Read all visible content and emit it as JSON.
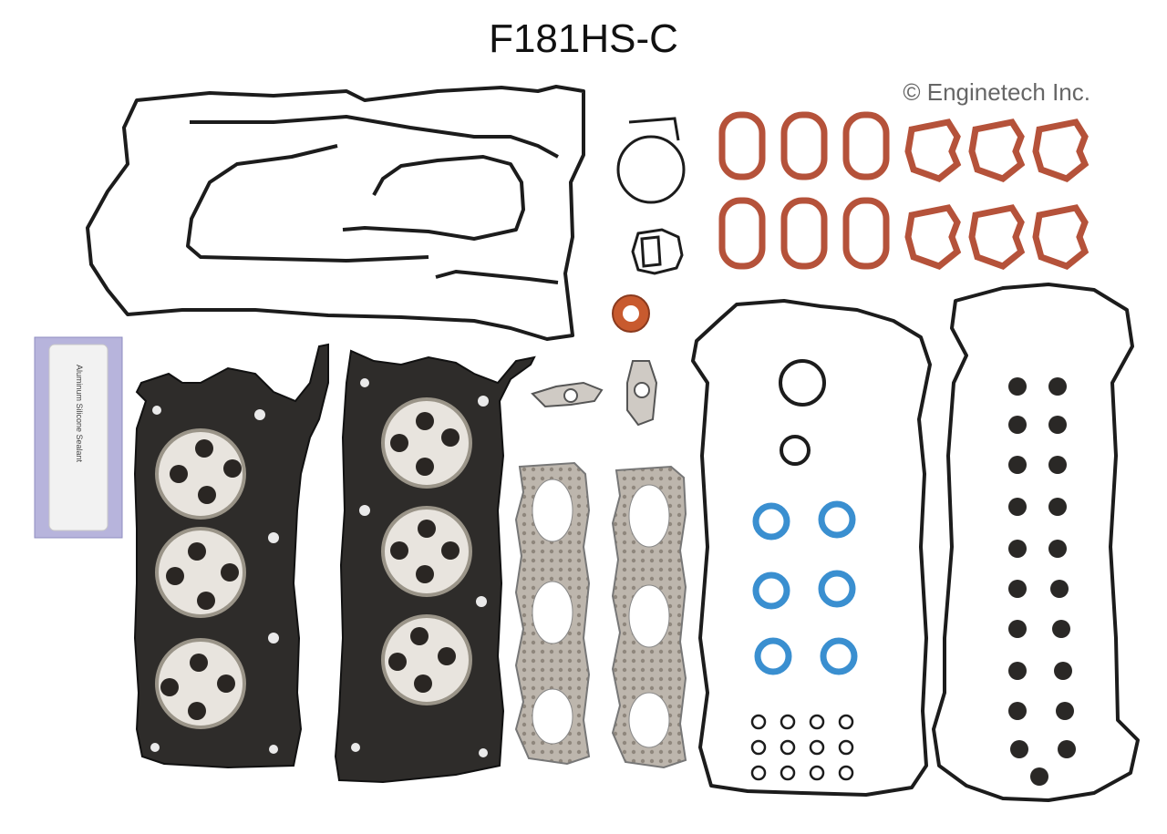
{
  "title": "F181HS-C",
  "copyright": "© Enginetech Inc.",
  "sealant_tube": {
    "label": "Aluminum Silicone Sealant"
  },
  "colors": {
    "background": "#ffffff",
    "gasket_black": "#1c1c1c",
    "intake_red": "#b5523a",
    "seal_blue": "#3a8fd0",
    "exhaust_metal": "#b9b2aa",
    "head_gasket_metal": "#2e2c2a",
    "packet_purple": "#b7b4dc"
  }
}
